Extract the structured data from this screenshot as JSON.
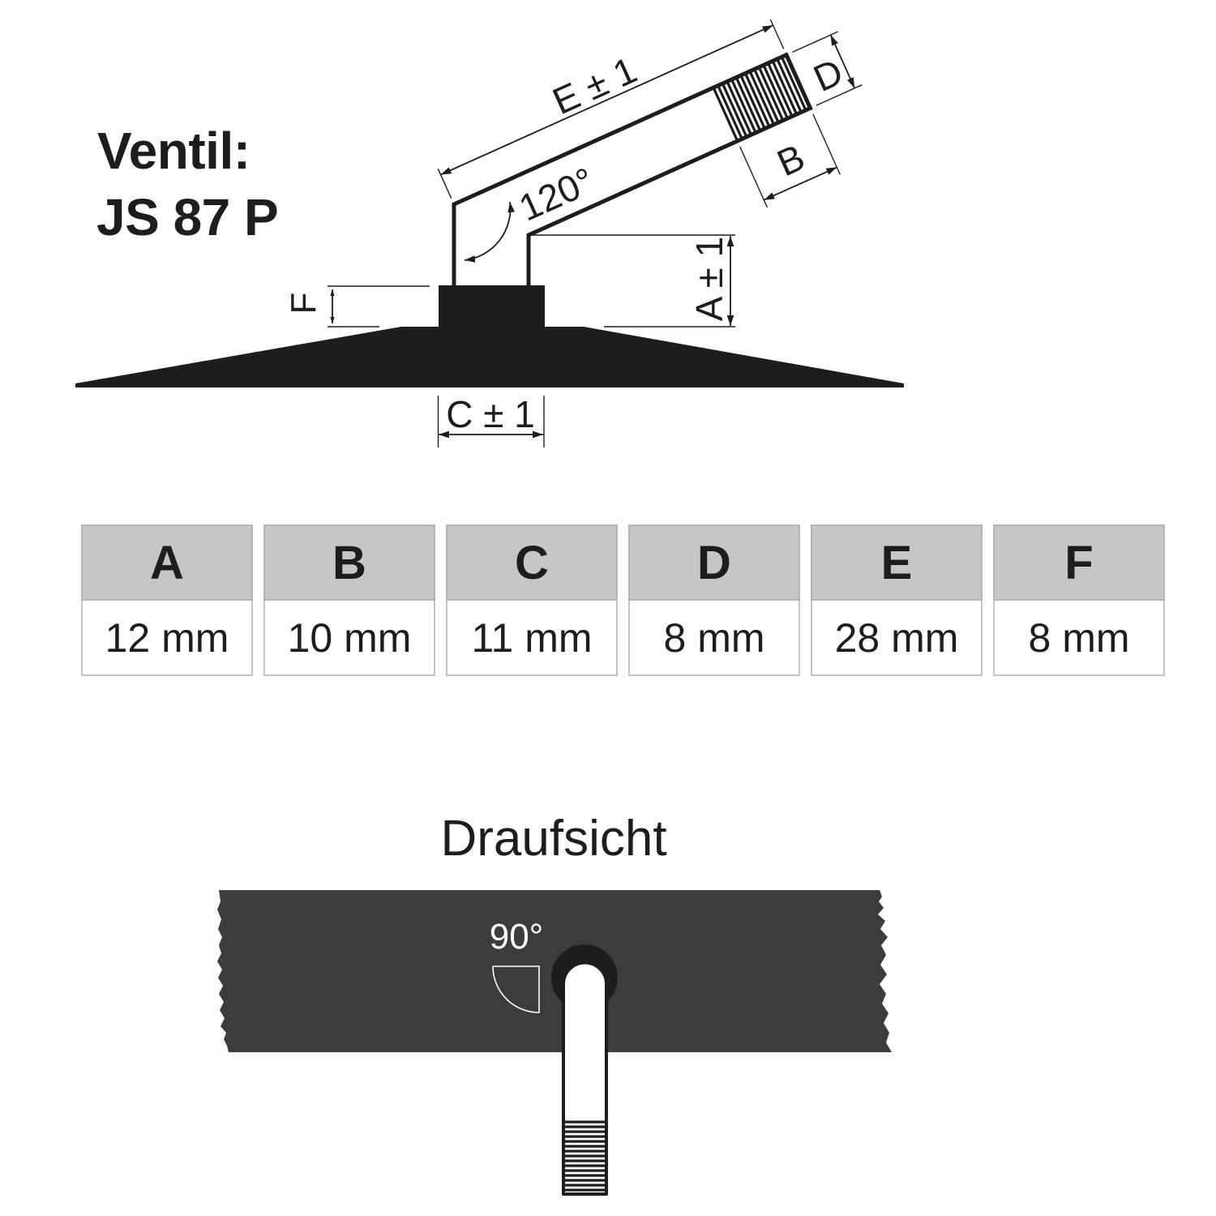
{
  "title": {
    "line1": "Ventil:",
    "line2": "JS 87 P"
  },
  "side_view": {
    "labels": {
      "E": "E ± 1",
      "D": "D",
      "B": "B",
      "angle": "120°",
      "A": "A ± 1",
      "F": "F",
      "C": "C ± 1"
    }
  },
  "table": {
    "columns": [
      {
        "label": "A",
        "value": "12 mm"
      },
      {
        "label": "B",
        "value": "10 mm"
      },
      {
        "label": "C",
        "value": "11 mm"
      },
      {
        "label": "D",
        "value": "8 mm"
      },
      {
        "label": "E",
        "value": "28 mm"
      },
      {
        "label": "F",
        "value": "8 mm"
      }
    ]
  },
  "top_view": {
    "title": "Draufsicht",
    "angle": "90°"
  },
  "colors": {
    "ink": "#1d1d1b",
    "plate": "#3c3c3b",
    "table_header": "#c6c6c6"
  }
}
